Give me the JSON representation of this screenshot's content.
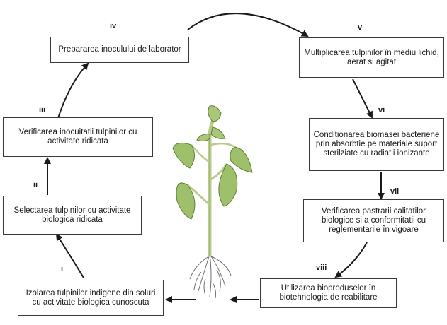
{
  "steps": [
    {
      "numeral": "i",
      "text": "Izolarea tulpinilor indigene din soluri cu activitate biologica cunoscuta"
    },
    {
      "numeral": "ii",
      "text": "Selectarea tulpinilor cu activitate biologica ridicata"
    },
    {
      "numeral": "iii",
      "text": "Verificarea inocuitatii tulpinilor cu activitate ridicata"
    },
    {
      "numeral": "iv",
      "text": "Prepararea inoculului de laborator"
    },
    {
      "numeral": "v",
      "text": "Multiplicarea tulpinilor în mediu lichid, aerat si agitat"
    },
    {
      "numeral": "vi",
      "text": "Conditionarea biomasei bacteriene prin absorbtie pe materiale suport sterilziate cu radiatii ionizante"
    },
    {
      "numeral": "vii",
      "text": "Verificarea pastrarii calitatilor biologice si a conformitatii cu reglementarile în vigoare"
    },
    {
      "numeral": "viii",
      "text": "Utilizarea bioproduselor în biotehnologia de reabilitare"
    }
  ],
  "center_image": {
    "icon": "plant-icon"
  },
  "colors": {
    "leaf": "#9fc06a",
    "leaf_dark": "#5f7f3a",
    "stem": "#b9cc8c",
    "arrow": "#1a1a1a"
  }
}
